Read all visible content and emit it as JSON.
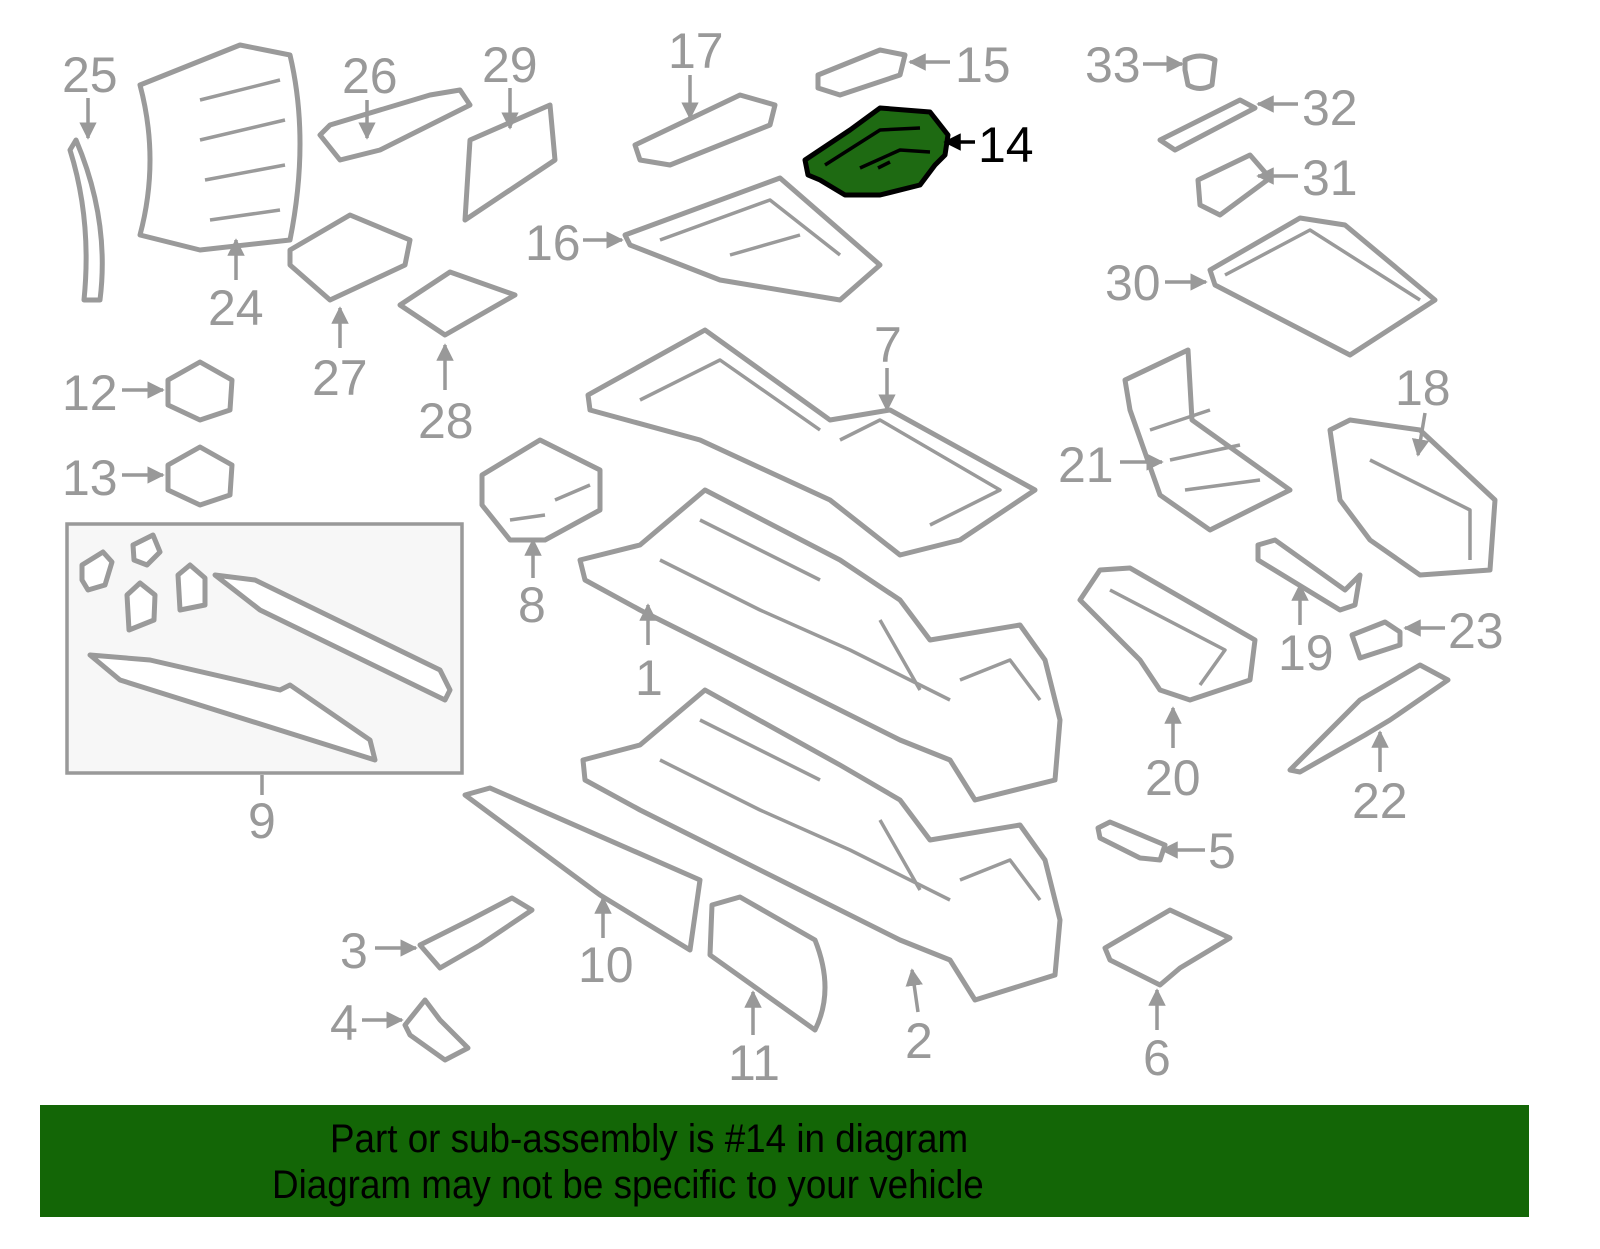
{
  "diagram": {
    "highlighted_part": "14",
    "highlight_color": "#1e6a12",
    "part_labels": [
      "1",
      "2",
      "3",
      "4",
      "5",
      "6",
      "7",
      "8",
      "9",
      "10",
      "11",
      "12",
      "13",
      "14",
      "15",
      "16",
      "17",
      "18",
      "19",
      "20",
      "21",
      "22",
      "23",
      "24",
      "25",
      "26",
      "27",
      "28",
      "29",
      "30",
      "31",
      "32",
      "33"
    ]
  },
  "labels": {
    "p1": "1",
    "p2": "2",
    "p3": "3",
    "p4": "4",
    "p5": "5",
    "p6": "6",
    "p7": "7",
    "p8": "8",
    "p9": "9",
    "p10": "10",
    "p11": "11",
    "p12": "12",
    "p13": "13",
    "p14": "14",
    "p15": "15",
    "p16": "16",
    "p17": "17",
    "p18": "18",
    "p19": "19",
    "p20": "20",
    "p21": "21",
    "p22": "22",
    "p23": "23",
    "p24": "24",
    "p25": "25",
    "p26": "26",
    "p27": "27",
    "p28": "28",
    "p29": "29",
    "p30": "30",
    "p31": "31",
    "p32": "32",
    "p33": "33"
  },
  "footer": {
    "line1": "Part or sub-assembly is #14 in diagram",
    "line2": "Diagram may not be specific to your vehicle",
    "background": "#136606"
  }
}
